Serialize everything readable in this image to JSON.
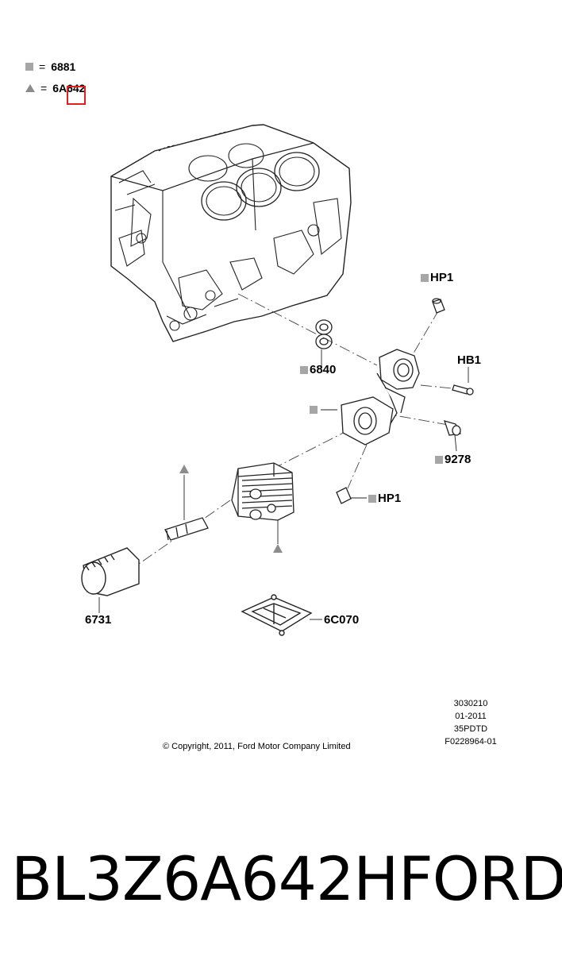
{
  "legend": {
    "square_code": "6881",
    "triangle_code": "6A642",
    "equals": "="
  },
  "callouts": {
    "hp1_top": "HP1",
    "gasket": "6840",
    "bolt": "HB1",
    "sensor": "9278",
    "hp1_bottom": "HP1",
    "oil_filter": "6731",
    "cover": "6C070"
  },
  "info": {
    "line1": "3030210",
    "line2": "01-2011",
    "line3": "35PDTD",
    "line4": "F0228964-01"
  },
  "copyright": "© Copyright, 2011, Ford Motor Company Limited",
  "footer": {
    "part_number": "BL3Z6A642H",
    "brand": "FORD"
  },
  "colors": {
    "marker_gray": "#a6a6a6",
    "highlight_box": "#e02020"
  }
}
